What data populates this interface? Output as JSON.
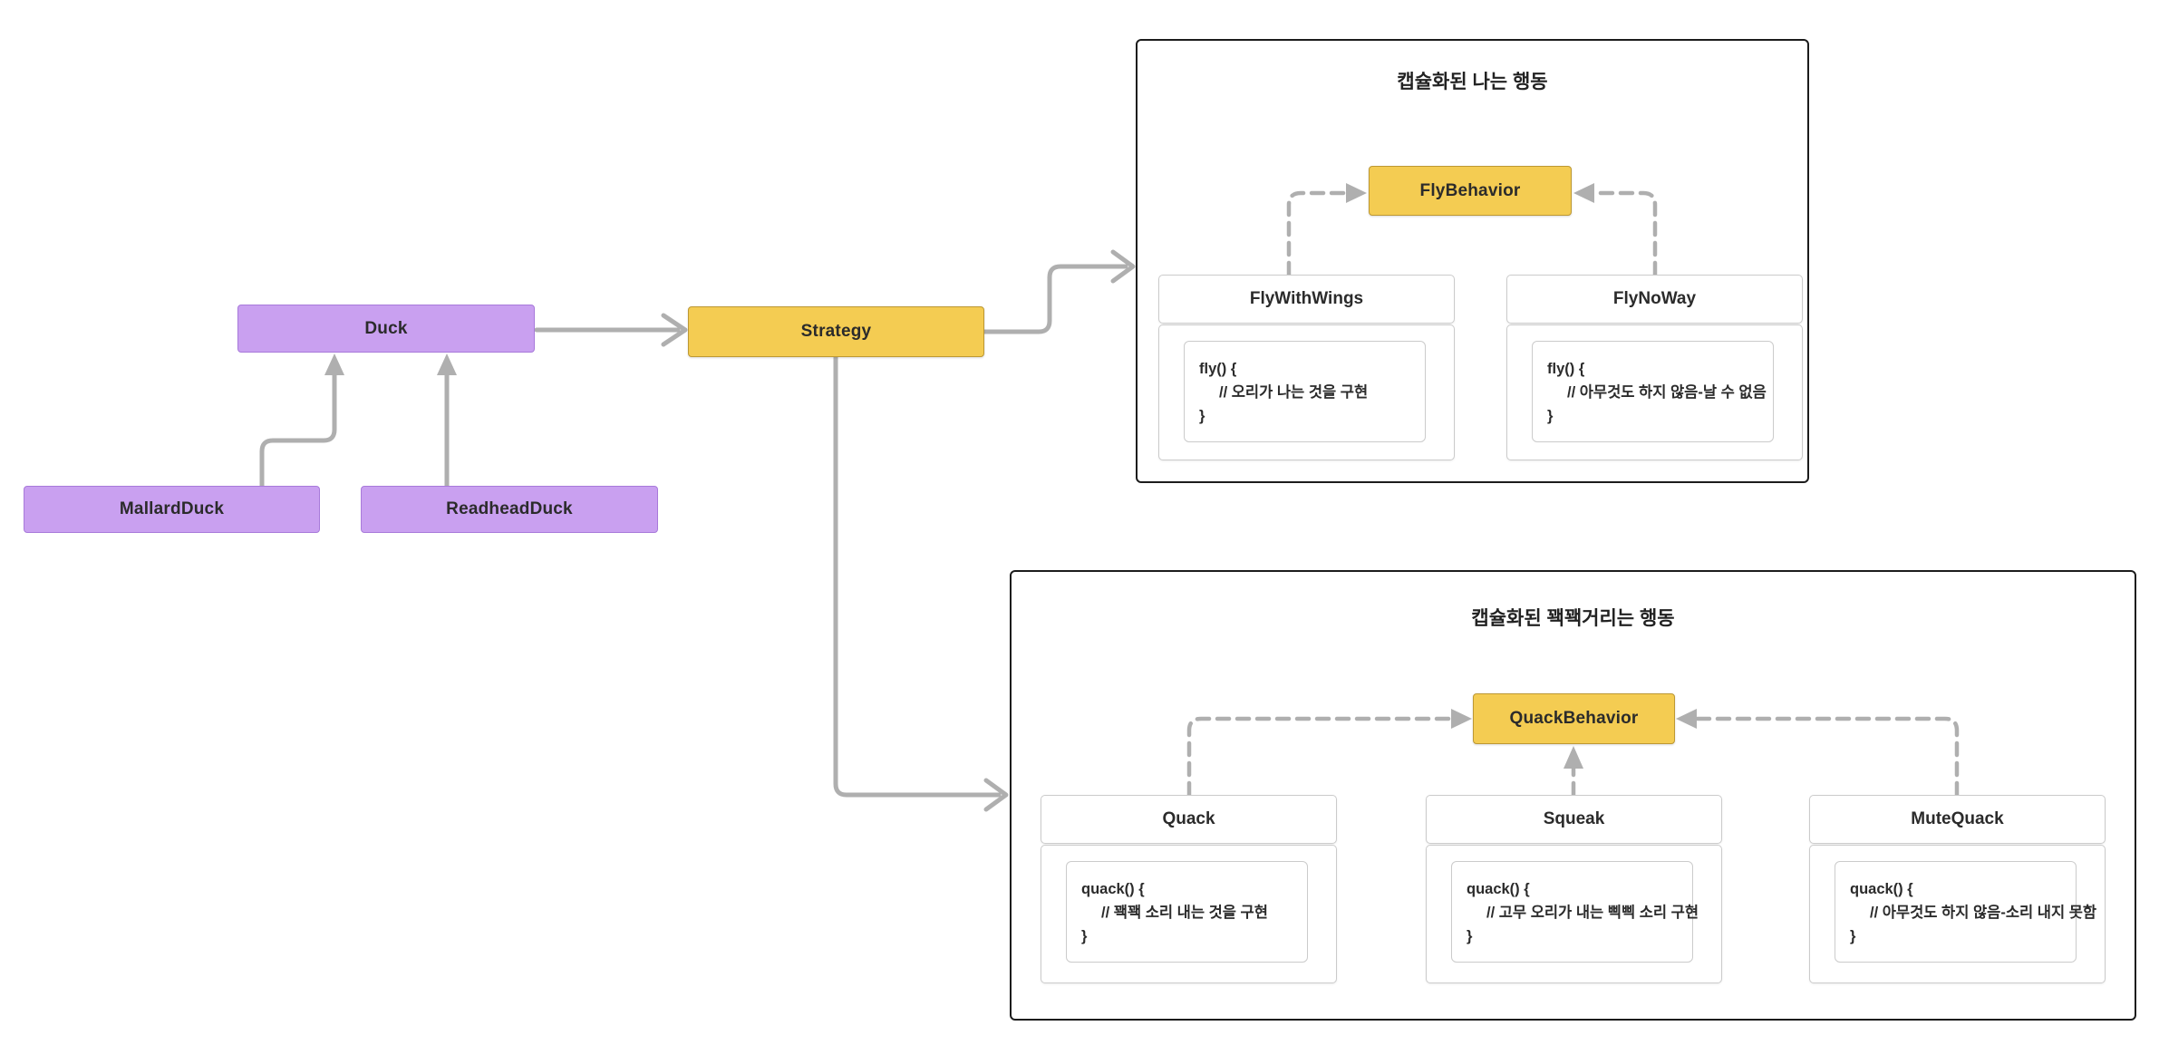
{
  "colors": {
    "purple_fill": "#C9A0F0",
    "purple_border": "#A87ADA",
    "yellow_fill": "#F4CC52",
    "yellow_border": "#BD9833",
    "arrow_gray": "#AFAFAF",
    "panel_border": "#1C1C1C",
    "card_border": "#CBCBCB",
    "text_dark": "#2B2B2B"
  },
  "nodes": {
    "duck": {
      "label": "Duck"
    },
    "mallard": {
      "label": "MallardDuck"
    },
    "readhead": {
      "label": "ReadheadDuck"
    },
    "strategy": {
      "label": "Strategy"
    }
  },
  "fly_panel": {
    "title": "캡슐화된 나는 행동",
    "interface": {
      "label": "FlyBehavior"
    },
    "classes": [
      {
        "name": "FlyWithWings",
        "code": [
          "fly() {",
          "// 오리가 나는 것을 구현",
          "}"
        ]
      },
      {
        "name": "FlyNoWay",
        "code": [
          "fly() {",
          "// 아무것도 하지 않음-날 수 없음",
          "}"
        ]
      }
    ]
  },
  "quack_panel": {
    "title": "캡슐화된 꽥꽥거리는 행동",
    "interface": {
      "label": "QuackBehavior"
    },
    "classes": [
      {
        "name": "Quack",
        "code": [
          "quack() {",
          "// 꽥꽥 소리 내는 것을 구현",
          "}"
        ]
      },
      {
        "name": "Squeak",
        "code": [
          "quack() {",
          "// 고무 오리가 내는 삑삑 소리 구현",
          "}"
        ]
      },
      {
        "name": "MuteQuack",
        "code": [
          "quack() {",
          "// 아무것도 하지 않음-소리 내지 못함",
          "}"
        ]
      }
    ]
  }
}
